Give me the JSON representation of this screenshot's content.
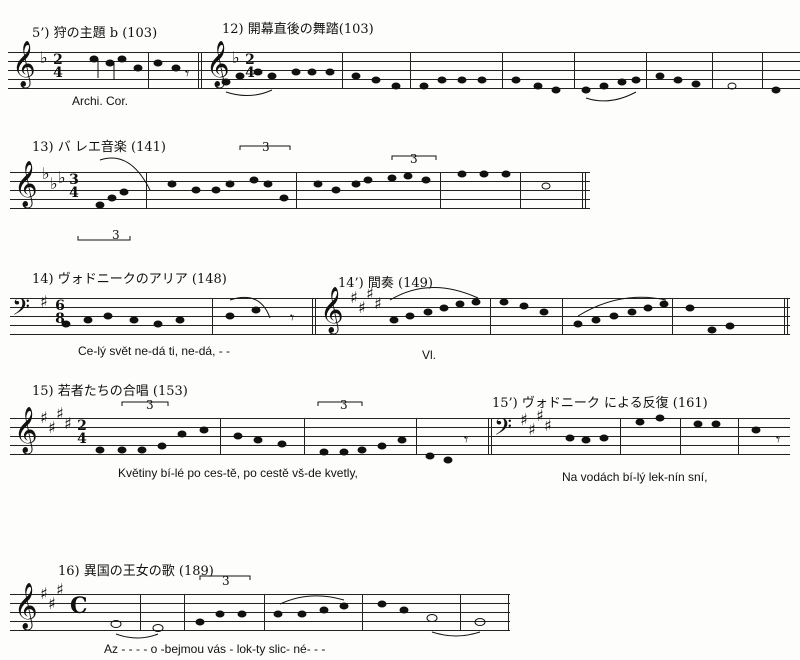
{
  "excerpts": [
    {
      "id": "5p",
      "caption": "5’) 狩の主題 b (103)",
      "lyrics": "Archi. Cor."
    },
    {
      "id": "12",
      "caption": "12) 開幕直後の舞踏(103)",
      "lyrics": ""
    },
    {
      "id": "13",
      "caption": "13) バ レエ音楽 (141)",
      "lyrics": ""
    },
    {
      "id": "14",
      "caption": "14) ヴォドニークのアリア (148)",
      "lyrics": "Ce-lý svět ne-dá ti,     ne-dá, - -"
    },
    {
      "id": "14p",
      "caption": "14’) 間奏 (149)",
      "lyrics": "Vl."
    },
    {
      "id": "15",
      "caption": "15) 若者たちの合唱 (153)",
      "lyrics": "Květiny  bí-lé      po ces-tě,     po cestě  vš-de       kvetly,"
    },
    {
      "id": "15p",
      "caption": "15’) ヴォドニーク による反復  (161)",
      "lyrics": "Na vodách    bí-lý    lek-nín      sní,"
    },
    {
      "id": "16",
      "caption": "16) 異国の王女の歌 (189)",
      "lyrics": "Az - - - -           o -bejmou    vás -  lok-ty      slic- né- - -"
    }
  ],
  "music": {
    "time_signatures": {
      "s1a": [
        "2",
        "4"
      ],
      "s1b": [
        "2",
        "4"
      ],
      "s2": [
        "3",
        "4"
      ],
      "s3": [
        "6",
        "8"
      ],
      "s4": [
        "2",
        "4"
      ],
      "s5": [
        "C",
        ""
      ]
    },
    "tuplet_label": "3",
    "clef_treble": "𝄞",
    "clef_bass": "𝄢",
    "flat": "♭",
    "sharp": "♯",
    "rest": "𝄾"
  }
}
